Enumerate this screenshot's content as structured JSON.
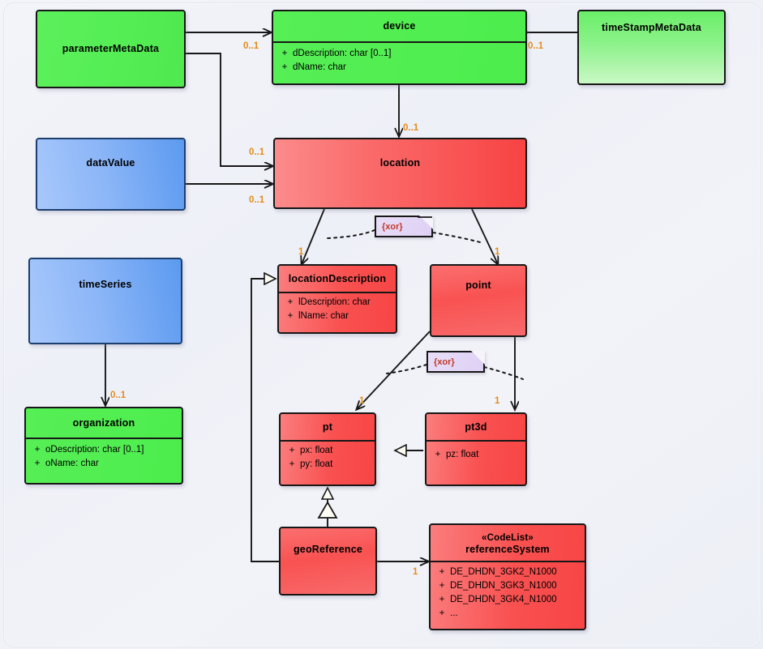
{
  "diagram": {
    "title": "UML class diagram",
    "background": "#eef0f7",
    "colors": {
      "green": "#4ded4d",
      "green_light": "#8cf28a",
      "blue": "#7cb0f5",
      "red": "#f95050",
      "note": "#ded0f4",
      "note_text": "#c0392b",
      "multiplicity": "#e08a1a",
      "line": "#171717"
    }
  },
  "classes": {
    "parameterMetaData": {
      "name": "parameterMetaData",
      "stereotype": "",
      "attributes": []
    },
    "device": {
      "name": "device",
      "stereotype": "",
      "attributes": [
        {
          "visibility": "+",
          "text": "dDescription: char [0..1]"
        },
        {
          "visibility": "+",
          "text": "dName: char"
        }
      ]
    },
    "timeStampMetaData": {
      "name": "timeStampMetaData",
      "stereotype": "",
      "attributes": []
    },
    "dataValue": {
      "name": "dataValue",
      "stereotype": "",
      "attributes": []
    },
    "location": {
      "name": "location",
      "stereotype": "",
      "attributes": []
    },
    "timeSeries": {
      "name": "timeSeries",
      "stereotype": "",
      "attributes": []
    },
    "locationDescription": {
      "name": "locationDescription",
      "stereotype": "",
      "attributes": [
        {
          "visibility": "+",
          "text": "lDescription: char"
        },
        {
          "visibility": "+",
          "text": "lName: char"
        }
      ]
    },
    "point": {
      "name": "point",
      "stereotype": "",
      "attributes": []
    },
    "organization": {
      "name": "organization",
      "stereotype": "",
      "attributes": [
        {
          "visibility": "+",
          "text": "oDescription: char [0..1]"
        },
        {
          "visibility": "+",
          "text": "oName: char"
        }
      ]
    },
    "pt": {
      "name": "pt",
      "stereotype": "",
      "attributes": [
        {
          "visibility": "+",
          "text": "px: float"
        },
        {
          "visibility": "+",
          "text": "py: float"
        }
      ]
    },
    "pt3d": {
      "name": "pt3d",
      "stereotype": "",
      "attributes": [
        {
          "visibility": "+",
          "text": "pz: float"
        }
      ]
    },
    "geoReference": {
      "name": "geoReference",
      "stereotype": "",
      "attributes": []
    },
    "referenceSystem": {
      "name": "referenceSystem",
      "stereotype": "«CodeList»",
      "attributes": [
        {
          "visibility": "+",
          "text": "DE_DHDN_3GK2_N1000"
        },
        {
          "visibility": "+",
          "text": "DE_DHDN_3GK3_N1000"
        },
        {
          "visibility": "+",
          "text": "DE_DHDN_3GK4_N1000"
        },
        {
          "visibility": "+",
          "text": "..."
        }
      ]
    }
  },
  "notes": [
    {
      "id": "xor-top",
      "label": "{xor}"
    },
    {
      "id": "xor-mid",
      "label": "{xor}"
    }
  ],
  "multiplicities": [
    {
      "id": "m-device-in",
      "label": "0..1"
    },
    {
      "id": "m-device-right",
      "label": "0..1"
    },
    {
      "id": "m-location-top",
      "label": "0..1"
    },
    {
      "id": "m-location-left-up",
      "label": "0..1"
    },
    {
      "id": "m-location-left-dn",
      "label": "0..1"
    },
    {
      "id": "m-locdesc",
      "label": "1"
    },
    {
      "id": "m-point",
      "label": "1"
    },
    {
      "id": "m-organization",
      "label": "0..1"
    },
    {
      "id": "m-pt",
      "label": "1"
    },
    {
      "id": "m-pt3d",
      "label": "1"
    },
    {
      "id": "m-refsystem",
      "label": "1"
    }
  ]
}
